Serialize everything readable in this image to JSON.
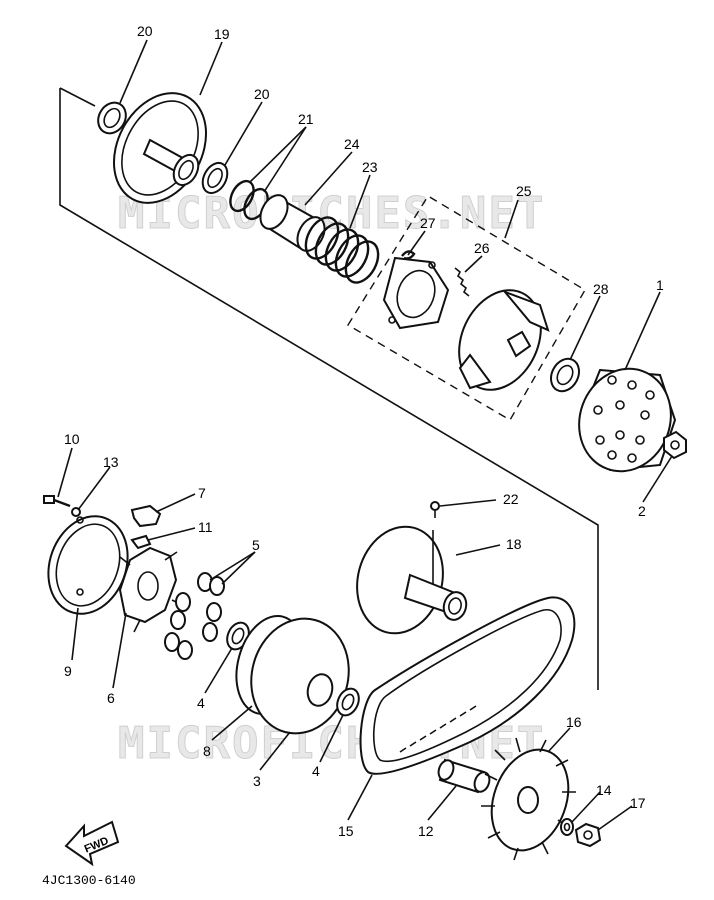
{
  "diagram": {
    "watermark": "MICROFICHES.NET",
    "part_code": "4JC1300-6140",
    "direction_label": "FWD",
    "callouts": [
      {
        "id": "c20a",
        "label": "20"
      },
      {
        "id": "c19",
        "label": "19"
      },
      {
        "id": "c20b",
        "label": "20"
      },
      {
        "id": "c21",
        "label": "21"
      },
      {
        "id": "c24",
        "label": "24"
      },
      {
        "id": "c23",
        "label": "23"
      },
      {
        "id": "c25",
        "label": "25"
      },
      {
        "id": "c27",
        "label": "27"
      },
      {
        "id": "c26",
        "label": "26"
      },
      {
        "id": "c28",
        "label": "28"
      },
      {
        "id": "c1",
        "label": "1"
      },
      {
        "id": "c2",
        "label": "2"
      },
      {
        "id": "c10",
        "label": "10"
      },
      {
        "id": "c13",
        "label": "13"
      },
      {
        "id": "c7",
        "label": "7"
      },
      {
        "id": "c11",
        "label": "11"
      },
      {
        "id": "c5",
        "label": "5"
      },
      {
        "id": "c22",
        "label": "22"
      },
      {
        "id": "c18",
        "label": "18"
      },
      {
        "id": "c9",
        "label": "9"
      },
      {
        "id": "c6",
        "label": "6"
      },
      {
        "id": "c4a",
        "label": "4"
      },
      {
        "id": "c8",
        "label": "8"
      },
      {
        "id": "c3",
        "label": "3"
      },
      {
        "id": "c4b",
        "label": "4"
      },
      {
        "id": "c16",
        "label": "16"
      },
      {
        "id": "c15",
        "label": "15"
      },
      {
        "id": "c12",
        "label": "12"
      },
      {
        "id": "c14",
        "label": "14"
      },
      {
        "id": "c17",
        "label": "17"
      }
    ]
  }
}
